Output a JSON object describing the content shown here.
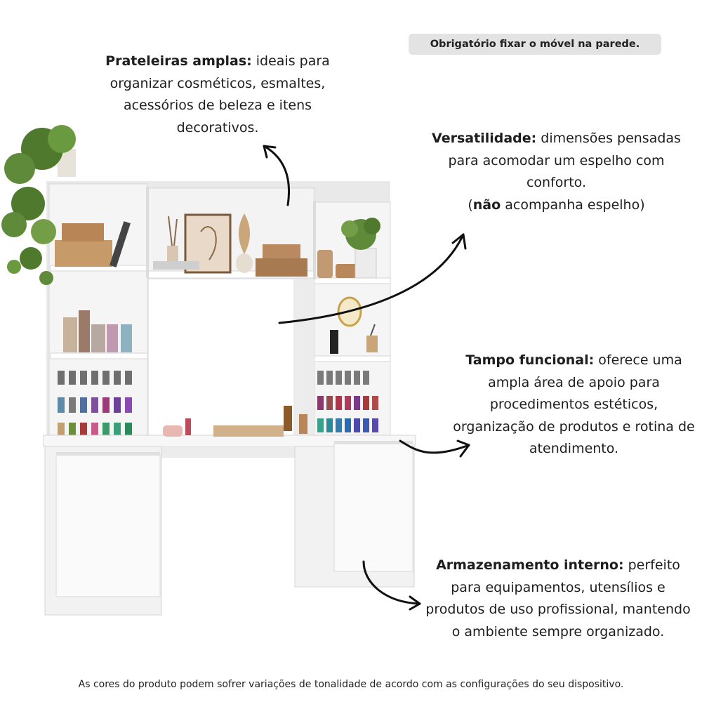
{
  "notice": "Obrigatório fixar o móvel na parede.",
  "callouts": [
    {
      "title": "Prateleiras amplas:",
      "text": " ideais para organizar cosméticos, esmaltes, acessórios de beleza e itens decorativos."
    },
    {
      "title": "Versatilidade:",
      "text": " dimensões pensadas para acomodar um espelho com conforto.",
      "line2_open": "(",
      "line2_bold": "não",
      "line2_text": " acompanha espelho)"
    },
    {
      "title": "Tampo funcional:",
      "text": " oferece uma ampla área de apoio para procedimentos estéticos, organização de produtos e rotina de atendimento."
    },
    {
      "title": "Armazenamento interno:",
      "text": " perfeito para equipamentos, utensílios e produtos de uso profissional, mantendo o ambiente sempre organizado."
    }
  ],
  "footer": "As cores do produto podem sofrer variações de tonalidade de acordo com as configurações do seu dispositivo.",
  "colors": {
    "furniture": "#f4f4f4",
    "shadow": "#d9d9d9",
    "wood": "#b88a5e",
    "plant": "#4f7a2e",
    "notice_bg": "#e3e3e3"
  },
  "illustration": "furniture-image"
}
